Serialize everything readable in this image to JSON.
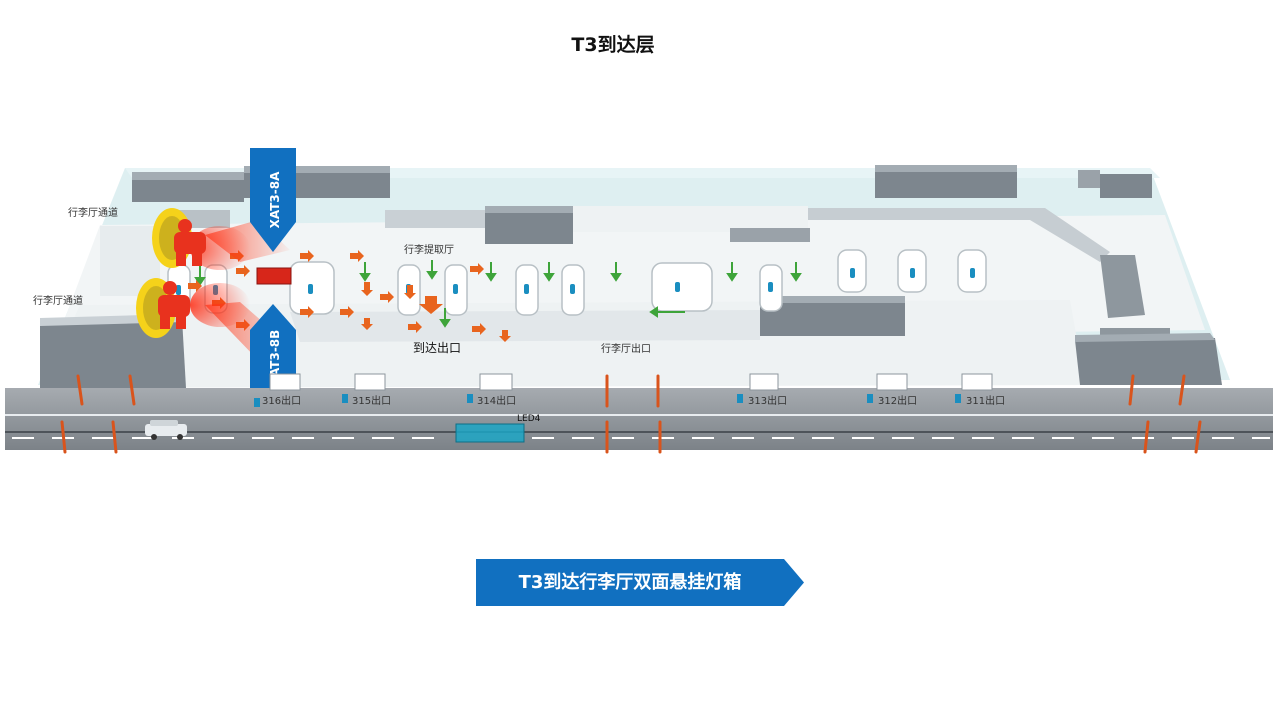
{
  "page_title": "T3到达层",
  "banner_text": "T3到达行李厅双面悬挂灯箱",
  "colors": {
    "brand_blue": "#1170c0",
    "floor": "#f2f5f6",
    "wall": "#808a92",
    "glass": "#d8ecef",
    "road": "#8e949a",
    "arrow_green": "#3ea43a",
    "arrow_orange": "#e8641e",
    "pole_orange": "#d9541c",
    "figure_red": "#e8321e",
    "figure_yellow": "#f5d21a"
  },
  "diagram": {
    "markers": [
      "XAT3-8A",
      "XAT3-8B"
    ],
    "labels": {
      "baggage_channel_top": "行李厅通道",
      "baggage_channel_bottom": "行李厅通道",
      "baggage_claim_hall": "行李提取厅",
      "arrival_exit": "到达出口",
      "baggage_hall_exit": "行李厅出口",
      "led": "LED4"
    },
    "exits": [
      "316出口",
      "315出口",
      "314出口",
      "313出口",
      "312出口",
      "311出口"
    ]
  }
}
